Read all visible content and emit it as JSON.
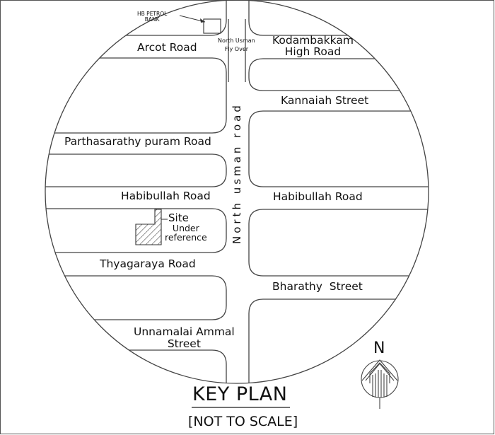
{
  "diagram": {
    "title": "KEY PLAN",
    "subtitle": "[NOT TO SCALE]",
    "north_label": "N",
    "icons": {
      "north_arrow": "north-arrow-icon",
      "site_hatch": "hatched-site-icon"
    },
    "colors": {
      "line": "#444444",
      "text": "#111111",
      "background": "#ffffff"
    }
  },
  "landmarks": {
    "petrol_bank": {
      "line1": "HB PETROL",
      "line2": "BANK"
    },
    "flyover": {
      "line1": "North Usman",
      "line2": "Fly Over"
    },
    "site": {
      "label": "Site",
      "line1": "Under",
      "line2": "reference"
    }
  },
  "roads": {
    "main": "North usman road",
    "west": [
      {
        "label": "Arcot Road"
      },
      {
        "label": "Parthasarathy puram Road"
      },
      {
        "label": "Habibullah Road"
      },
      {
        "label": "Thyagaraya Road"
      },
      {
        "label_line1": "Unnamalai Ammal",
        "label_line2": "Street"
      }
    ],
    "east": [
      {
        "label_line1": "Kodambakkam",
        "label_line2": "High Road"
      },
      {
        "label": "Kannaiah Street"
      },
      {
        "label": "Habibullah Road"
      },
      {
        "label": "Bharathy  Street"
      }
    ]
  }
}
